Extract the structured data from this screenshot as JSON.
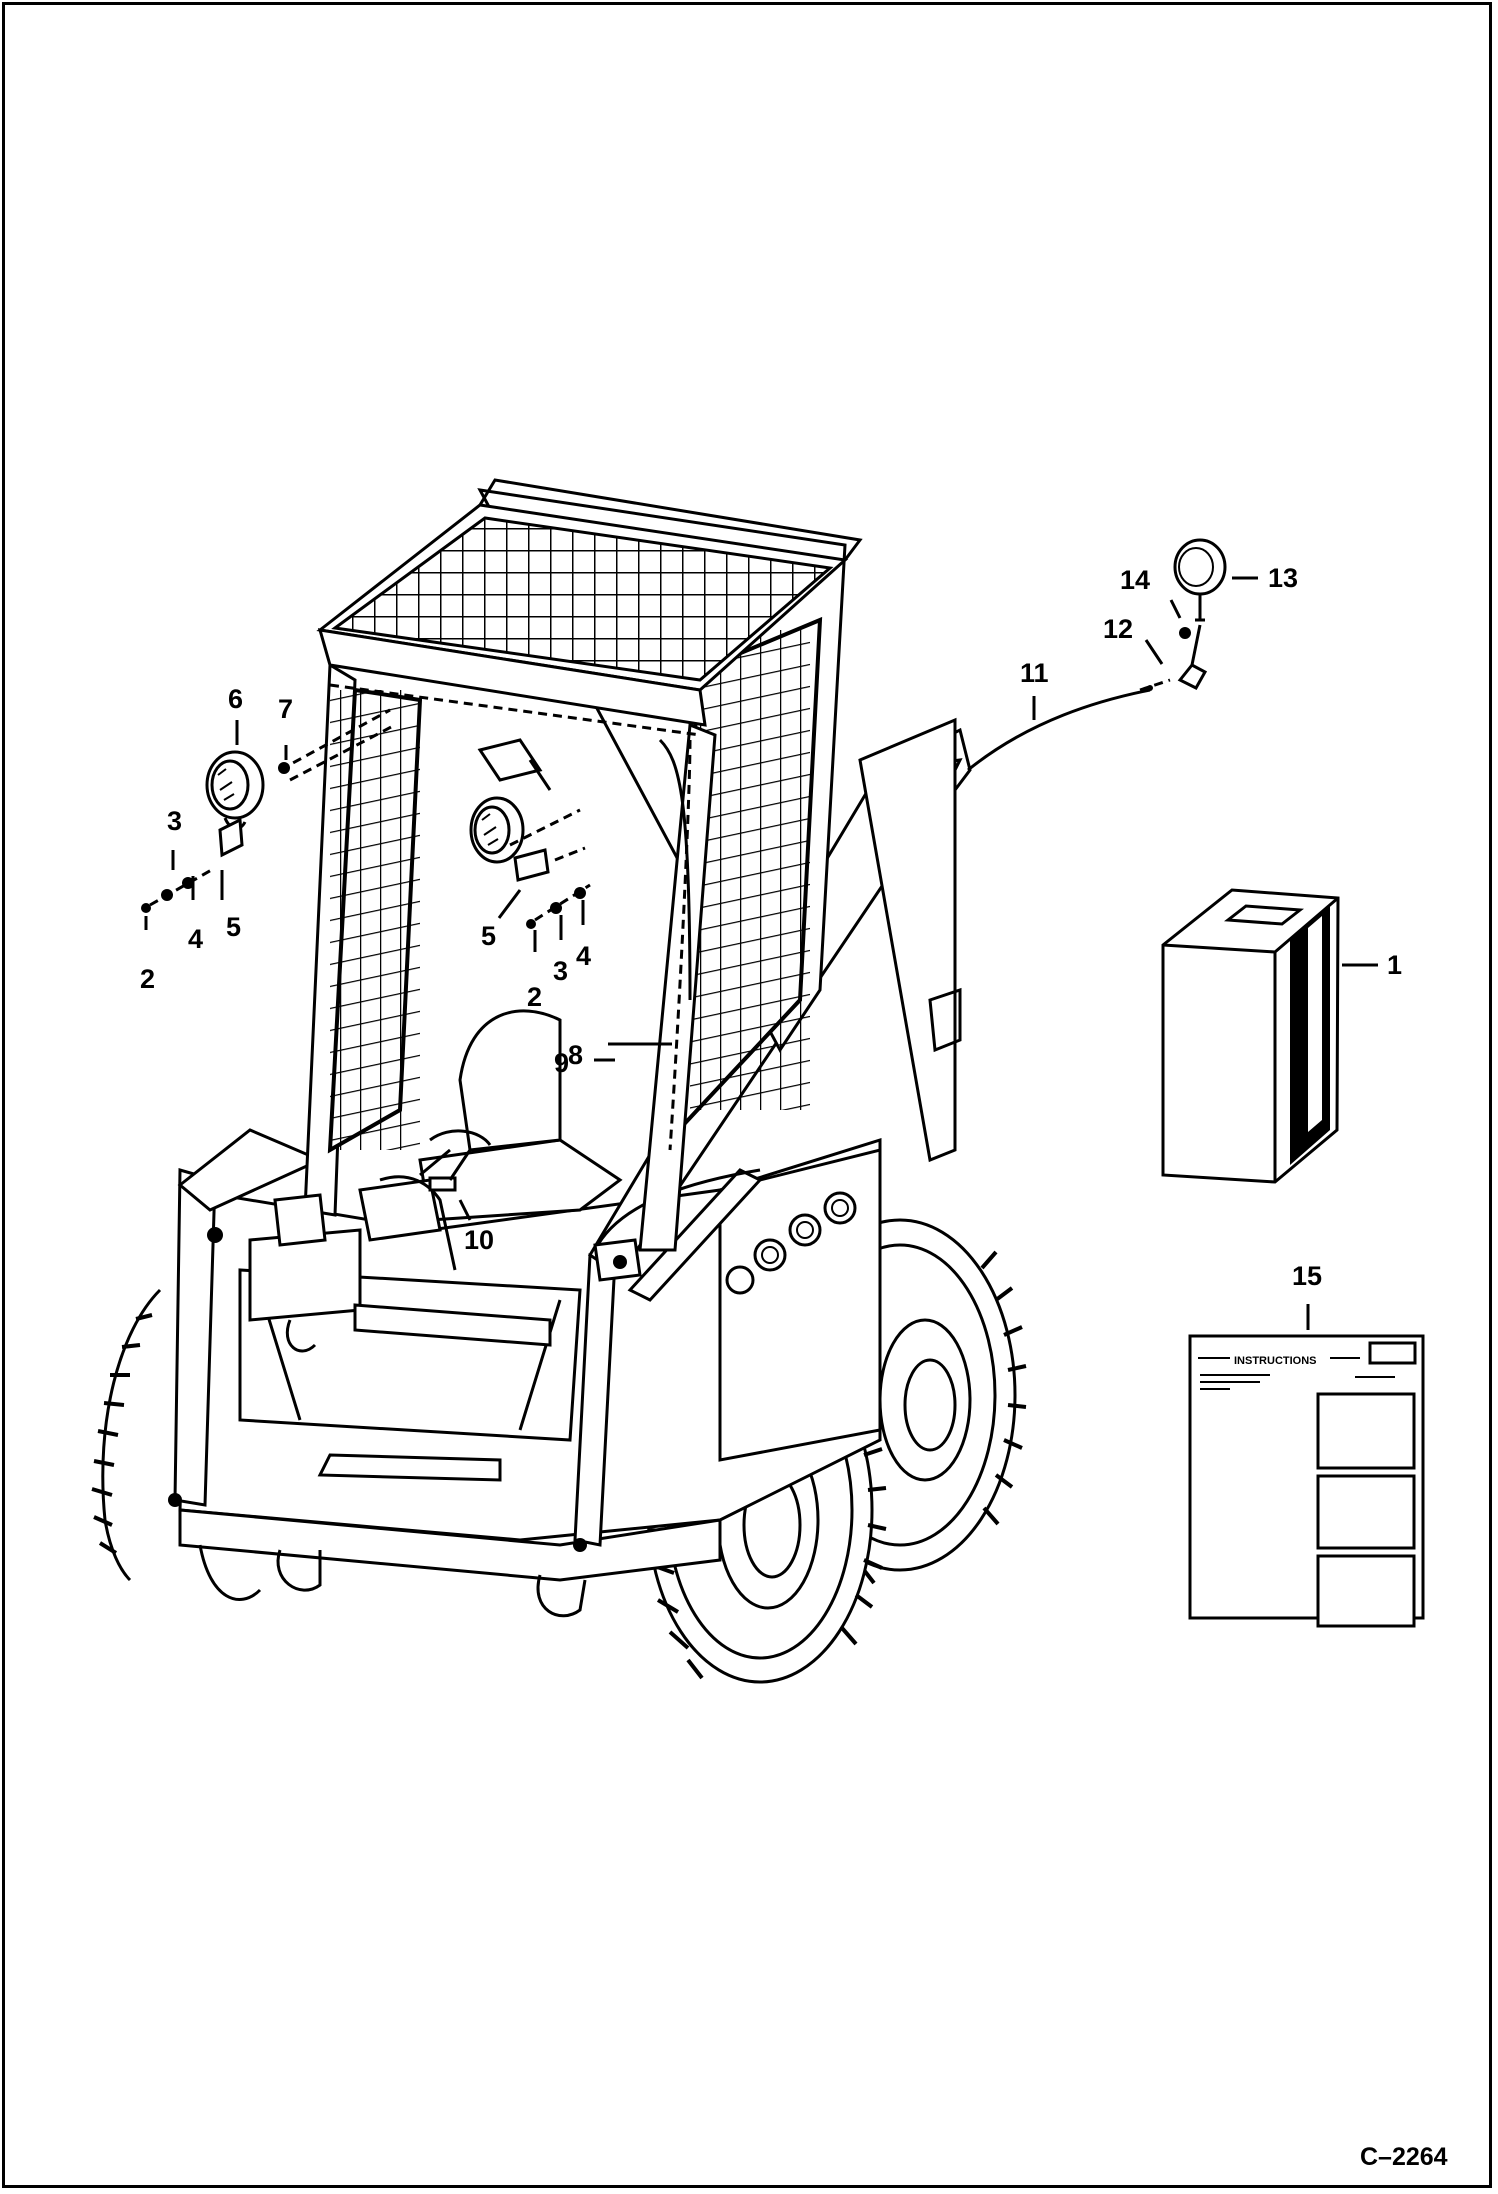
{
  "figure_code": "C–2264",
  "decal": {
    "heading": "INSTRUCTIONS"
  },
  "callouts": [
    {
      "id": "c1",
      "label": "1"
    },
    {
      "id": "c2a",
      "label": "2"
    },
    {
      "id": "c2b",
      "label": "2"
    },
    {
      "id": "c3a",
      "label": "3"
    },
    {
      "id": "c3b",
      "label": "3"
    },
    {
      "id": "c4a",
      "label": "4"
    },
    {
      "id": "c4b",
      "label": "4"
    },
    {
      "id": "c5a",
      "label": "5"
    },
    {
      "id": "c5b",
      "label": "5"
    },
    {
      "id": "c6",
      "label": "6"
    },
    {
      "id": "c7",
      "label": "7"
    },
    {
      "id": "c8",
      "label": "8"
    },
    {
      "id": "c9",
      "label": "9"
    },
    {
      "id": "c10",
      "label": "10"
    },
    {
      "id": "c11",
      "label": "11"
    },
    {
      "id": "c12",
      "label": "12"
    },
    {
      "id": "c13",
      "label": "13"
    },
    {
      "id": "c14",
      "label": "14"
    },
    {
      "id": "c15",
      "label": "15"
    }
  ]
}
